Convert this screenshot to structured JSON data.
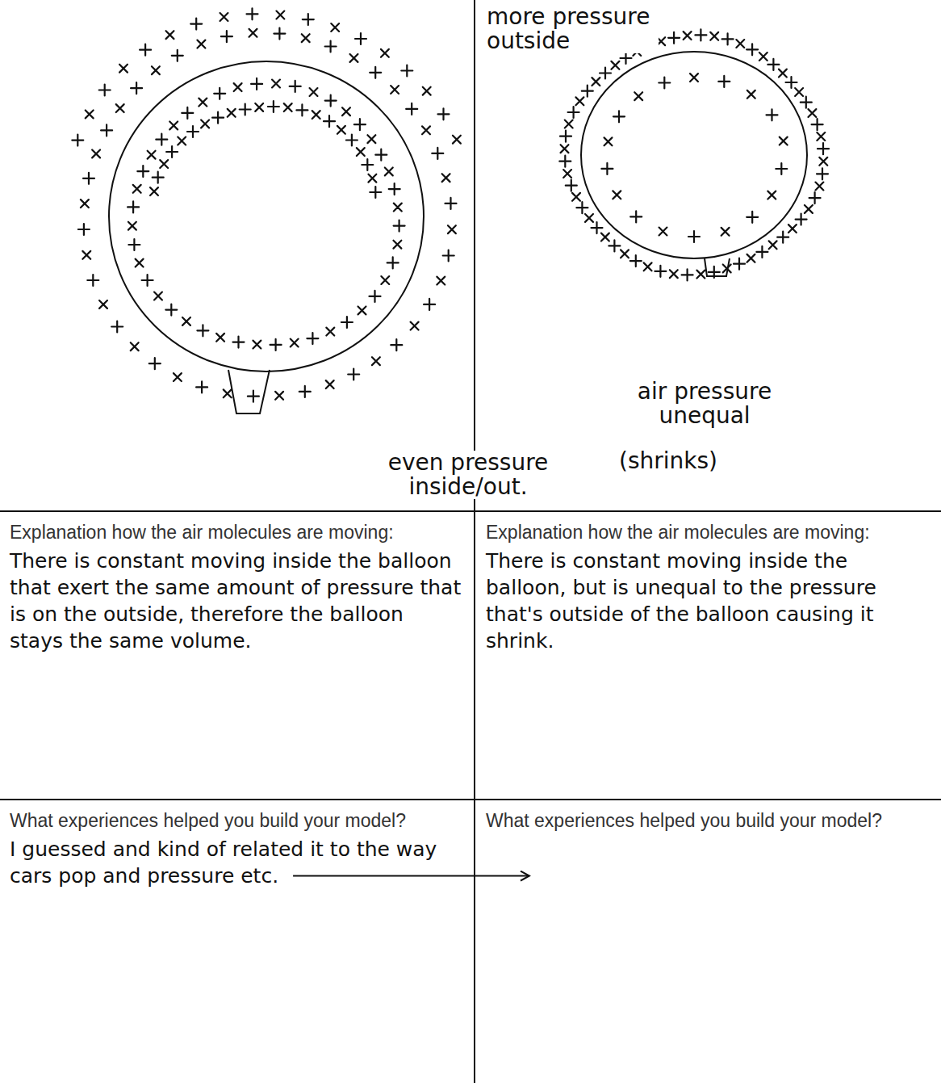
{
  "diagram": {
    "nodes": [
      {
        "text": [
          "Explanation how the air molecules are moving:",
          "There is constant moving inside the balloon that exert the same amount of pressure that is on the outside, therefore the balloon stays the same volume."
        ]
      },
      {
        "text": [
          "Explanation how the air molecules are moving:",
          "There is constant moving inside the balloon, but is unequal to the pressure that's outside of the balloon causing it shrink."
        ]
      },
      {
        "text": [
          "What experiences helped you build your model?",
          "I guessed and kind of related it to the way cars pop and pressure etc."
        ]
      },
      {
        "text": [
          "What experiences helped you build your model?"
        ]
      }
    ],
    "edges": [
      {
        "from": 2,
        "to": 3,
        "arrow": "to"
      }
    ],
    "labels": [
      "even pressure inside/out.",
      "more pressure outside",
      "air pressure unequal",
      "(shrinks)"
    ]
  }
}
